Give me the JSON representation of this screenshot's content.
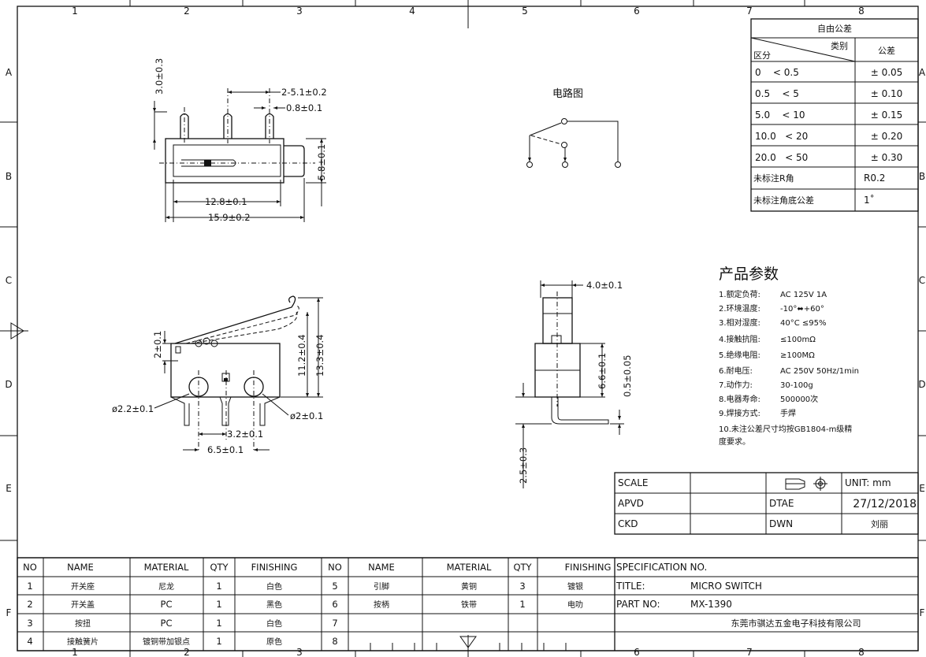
{
  "frame": {
    "columns": [
      "1",
      "2",
      "3",
      "4",
      "5",
      "6",
      "7",
      "8"
    ],
    "rows": [
      "A",
      "B",
      "C",
      "D",
      "E",
      "F"
    ]
  },
  "top_view": {
    "dims": [
      "3.0±0.3",
      "2-5.1±0.2",
      "0.8±0.1",
      "5.8±0.1",
      "12.8±0.1",
      "15.9±0.2"
    ]
  },
  "circuit": {
    "title": "电路图"
  },
  "side_view": {
    "dims": [
      "2±0.1",
      "11.2±0.4",
      "13.3±0.4",
      "ø2.2±0.1",
      "ø2±0.1",
      "3.2±0.1",
      "6.5±0.1"
    ]
  },
  "end_view": {
    "dims": [
      "4.0±0.1",
      "6.6±0.1",
      "0.5±0.05",
      "2.5±0.3"
    ]
  },
  "tolerance_table": {
    "title": "自由公差",
    "header_category": "类别",
    "header_zone": "区分",
    "header_tol": "公差",
    "rows": [
      {
        "range": "0    < 0.5",
        "tol": "± 0.05"
      },
      {
        "range": "0.5    < 5",
        "tol": "± 0.10"
      },
      {
        "range": "5.0    < 10",
        "tol": "± 0.15"
      },
      {
        "range": "10.0   < 20",
        "tol": "± 0.20"
      },
      {
        "range": "20.0   < 50",
        "tol": "± 0.30"
      }
    ],
    "radius_label": "未标注R角",
    "radius_value": "R0.2",
    "angle_label": "未标注角底公差",
    "angle_value": "1˚"
  },
  "params": {
    "title": "产品参数",
    "items": [
      {
        "label": "1.额定负荷:",
        "value": "AC 125V 1A"
      },
      {
        "label": "2.环境温度:",
        "value": "-10°⬌+60°"
      },
      {
        "label": "3.相对湿度:",
        "value": "40°C ≤95%"
      },
      {
        "label": "4.接触抗阻:",
        "value": "≤100mΩ"
      },
      {
        "label": "5.绝缘电阻:",
        "value": "≥100MΩ"
      },
      {
        "label": "6.耐电压:",
        "value": "AC 250V 50Hz/1min"
      },
      {
        "label": "7.动作力:",
        "value": "30-100g"
      },
      {
        "label": "8.电器寿命:",
        "value": "500000次"
      },
      {
        "label": "9.焊接方式:",
        "value": "手焊"
      }
    ],
    "note_line1": "10.未注公差尺寸均按GB1804-m级精",
    "note_line2": "度要求。"
  },
  "title_block": {
    "scale_label": "SCALE",
    "unit": "UNIT: mm",
    "apvd_label": "APVD",
    "dtae_label": "DTAE",
    "date": "27/12/2018",
    "ckd_label": "CKD",
    "dwn_label": "DWN",
    "drawer": "刘丽",
    "spec_label": "SPECIFICATION NO.",
    "title_label": "TITLE:",
    "title_value": "MICRO SWITCH",
    "part_label": "PART NO:",
    "part_value": "MX-1390",
    "company": "东莞市骐达五金电子科技有限公司"
  },
  "bom": {
    "headers": [
      "NO",
      "NAME",
      "MATERIAL",
      "QTY",
      "FINISHING",
      "NO",
      "NAME",
      "MATERIAL",
      "QTY",
      "FINISHING"
    ],
    "rows": [
      [
        "1",
        "开关座",
        "尼龙",
        "1",
        "白色",
        "5",
        "引脚",
        "黄铜",
        "3",
        "镀银"
      ],
      [
        "2",
        "开关盖",
        "PC",
        "1",
        "黑色",
        "6",
        "按柄",
        "铁带",
        "1",
        "电叻"
      ],
      [
        "3",
        "按扭",
        "PC",
        "1",
        "白色",
        "7",
        "",
        "",
        "",
        ""
      ],
      [
        "4",
        "接触簧片",
        "镀铜带加银点",
        "1",
        "原色",
        "8",
        "",
        "",
        "",
        ""
      ]
    ]
  }
}
